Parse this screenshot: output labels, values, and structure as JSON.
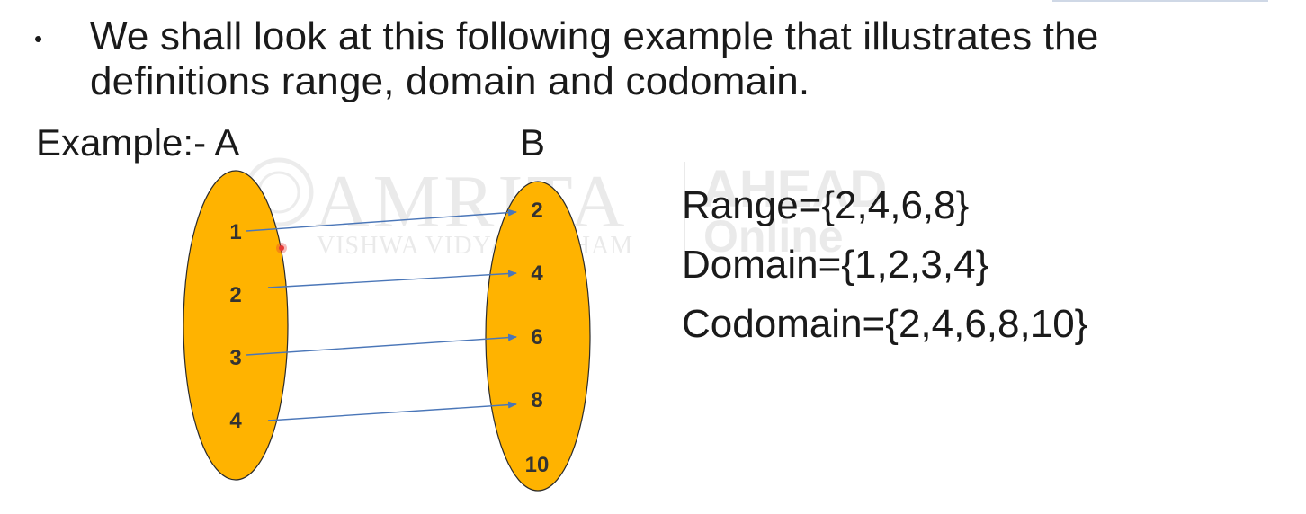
{
  "bullet": {
    "symbol": "•",
    "text": "We shall look at this following example that illustrates the definitions range, domain and codomain."
  },
  "example_label": "Example:- A",
  "set_b_label": "B",
  "set_a": {
    "elements": [
      "1",
      "2",
      "3",
      "4"
    ]
  },
  "set_b": {
    "elements": [
      "2",
      "4",
      "6",
      "8",
      "10"
    ]
  },
  "mapping": [
    {
      "from": "1",
      "to": "2"
    },
    {
      "from": "2",
      "to": "4"
    },
    {
      "from": "3",
      "to": "6"
    },
    {
      "from": "4",
      "to": "8"
    }
  ],
  "definitions": {
    "range": "Range={2,4,6,8}",
    "domain": "Domain={1,2,3,4}",
    "codomain": "Codomain={2,4,6,8,10}"
  },
  "watermark": {
    "brand": "AMRITA",
    "sub": "VISHWA VIDYAPEETHAM",
    "ahead": "AHEAD",
    "online": "Online"
  },
  "colors": {
    "ellipse_fill": "#FFB300",
    "ellipse_stroke": "#2b2b2b",
    "arrow": "#4A76B8",
    "text": "#1a1a1a",
    "pointer": "#E53935"
  }
}
